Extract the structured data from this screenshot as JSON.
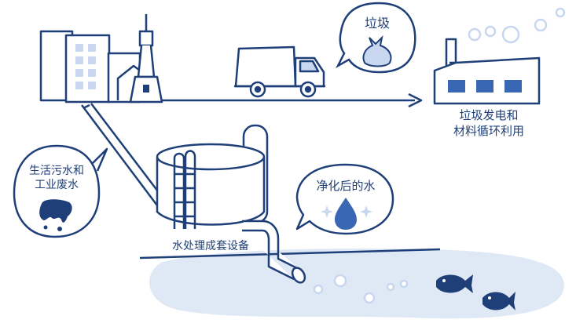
{
  "labels": {
    "garbage": "垃圾",
    "power_line1": "垃圾发电和",
    "power_line2": "材料循环利用",
    "wastewater_line1": "生活污水和",
    "wastewater_line2": "工业废水",
    "purified": "净化后的水",
    "equipment": "水处理成套设备"
  },
  "colors": {
    "line": "#1f3f78",
    "fill_light": "#c8d7ef",
    "fill_mid": "#3a67b3",
    "water": "#dfe8f5"
  },
  "icons": [
    "city-buildings",
    "tower",
    "garbage-truck",
    "garbage-bag",
    "factory",
    "treatment-tank",
    "ladder",
    "pipe",
    "water-drop",
    "sparkle",
    "bubble",
    "fish",
    "wastewater-splash"
  ]
}
